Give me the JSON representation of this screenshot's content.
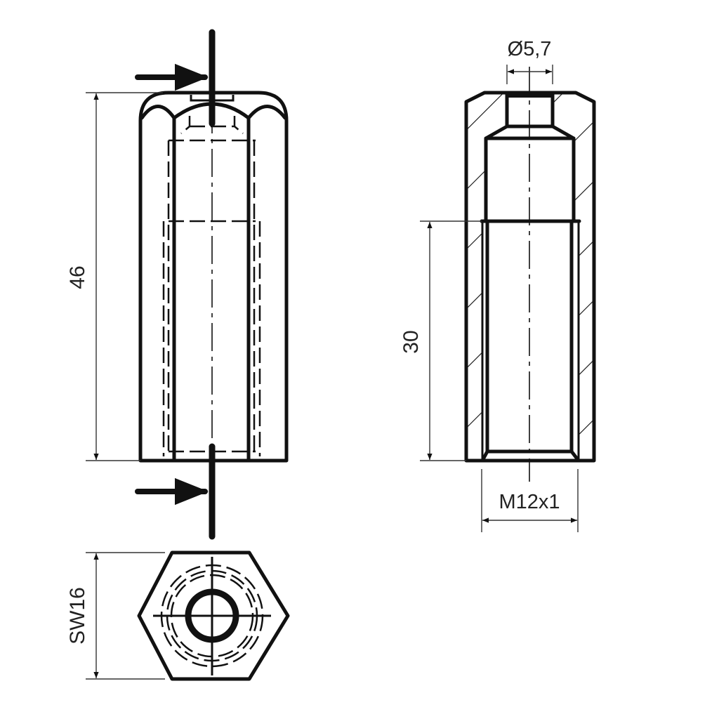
{
  "dimensions": {
    "length_total": "46",
    "thread_depth": "30",
    "bore_diameter": "Ø5,7",
    "thread": "M12x1",
    "wrench_size": "SW16"
  },
  "colors": {
    "line": "#111111",
    "background": "#ffffff"
  }
}
